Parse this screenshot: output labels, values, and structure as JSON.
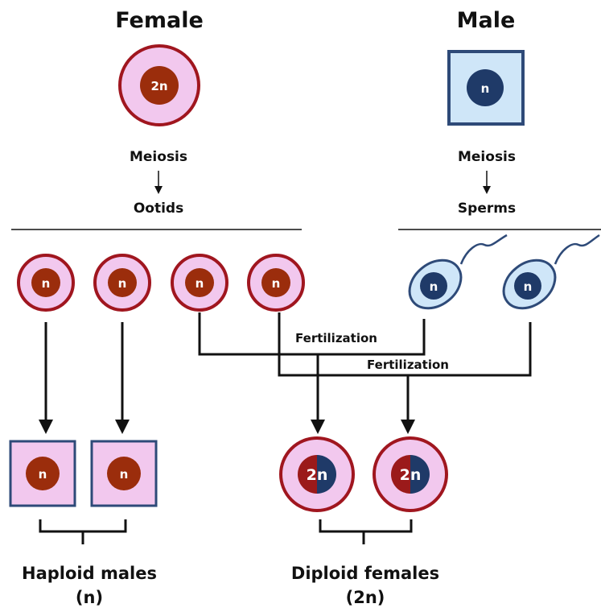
{
  "female": {
    "title": "Female",
    "parent_label": "2n",
    "step1": "Meiosis",
    "step2": "Ootids",
    "ootid_label": "n"
  },
  "male": {
    "title": "Male",
    "parent_label": "n",
    "step1": "Meiosis",
    "step2": "Sperms",
    "sperm_label": "n"
  },
  "fertilization": {
    "label_1": "Fertilization",
    "label_2": "Fertilization"
  },
  "offspring": {
    "haploid_label": "n",
    "diploid_label": "2n",
    "haploid_caption_1": "Haploid males",
    "haploid_caption_2": "(n)",
    "diploid_caption_1": "Diploid females",
    "diploid_caption_2": "(2n)"
  },
  "colors": {
    "egg_fill": "#f2c8ee",
    "egg_border": "#a0161f",
    "nucleus_female": "#9b2d0c",
    "nucleus_male": "#1f3a68",
    "sperm_fill": "#cfe6f8",
    "male_border": "#2e4a78"
  }
}
